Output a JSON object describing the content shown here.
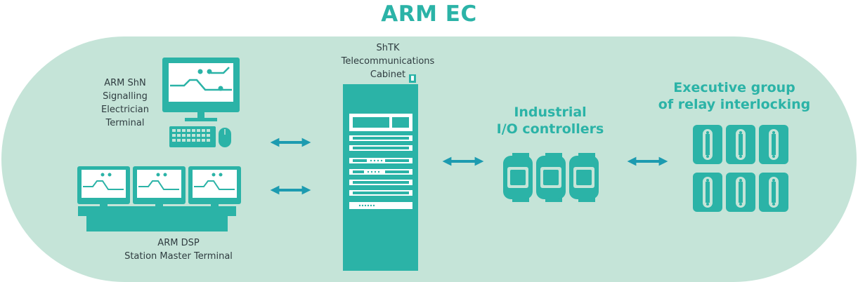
{
  "title": "ARM EC",
  "labels": {
    "arm_shn": [
      "ARM ShN",
      "Signalling",
      "Electrician",
      "Terminal"
    ],
    "arm_dsp": [
      "ARM DSP",
      "Station Master Terminal"
    ],
    "shtk": [
      "ShTK",
      "Telecommunications",
      "Cabinet"
    ],
    "io": [
      "Industrial",
      "I/O controllers"
    ],
    "exec": [
      "Executive group",
      "of relay interlocking"
    ]
  },
  "colors": {
    "accent": "#2bb3a7",
    "background_pill": "#c5e4d8",
    "arrow": "#1d9bb0",
    "text": "#2f3c40"
  }
}
